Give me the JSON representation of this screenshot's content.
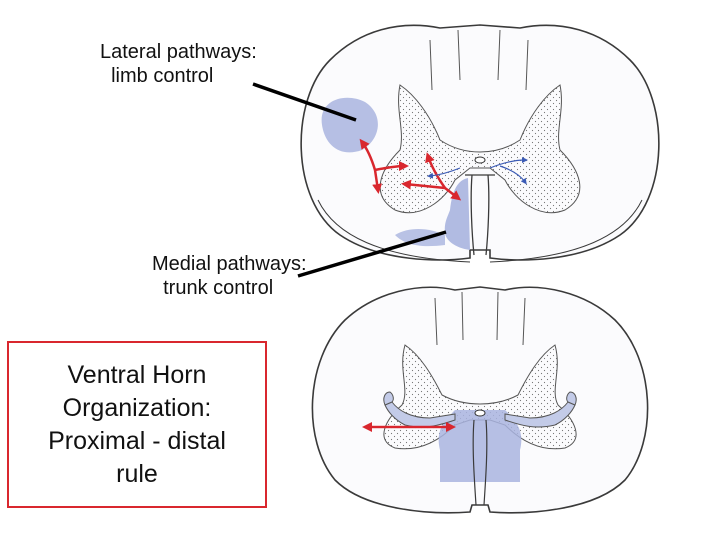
{
  "labels": {
    "lateral_line1": "Lateral pathways:",
    "lateral_line2": "  limb control",
    "medial_line1": "Medial pathways:",
    "medial_line2": "  trunk control",
    "box_line1": "Ventral Horn",
    "box_line2": "Organization:",
    "box_line3": "Proximal - distal",
    "box_line4": "rule"
  },
  "colors": {
    "outline": "#3a3a3a",
    "pathway_fill": "#a9b4df",
    "arrow_red": "#d9272e",
    "box_border": "#d9272e",
    "small_arrow_blue": "#3b5bb5"
  }
}
